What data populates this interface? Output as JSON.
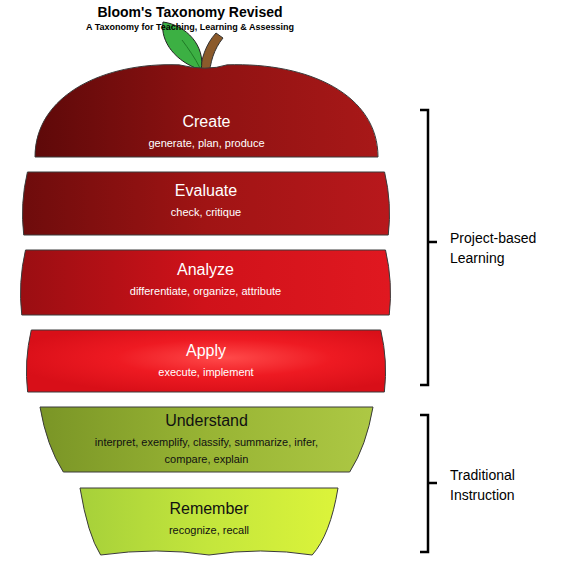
{
  "diagram": {
    "title": "Bloom's Taxonomy Revised",
    "nodes": [
      {
        "text": [
          "Create",
          "generate, plan, produce"
        ]
      },
      {
        "text": [
          "Evaluate",
          "check, critique"
        ]
      },
      {
        "text": [
          "Analyze",
          "differentiate, organize, attribute"
        ]
      },
      {
        "text": [
          "Apply",
          "execute, implement"
        ]
      },
      {
        "text": [
          "Understand",
          "interpret, exemplify, classify, summarize, infer, compare, explain"
        ]
      },
      {
        "text": [
          "Remember",
          "recognize, recall"
        ]
      }
    ],
    "labels": [
      "A Taxonomy for Teaching, Learning & Assessing",
      "Project-based Learning",
      "Traditional Instruction"
    ]
  }
}
